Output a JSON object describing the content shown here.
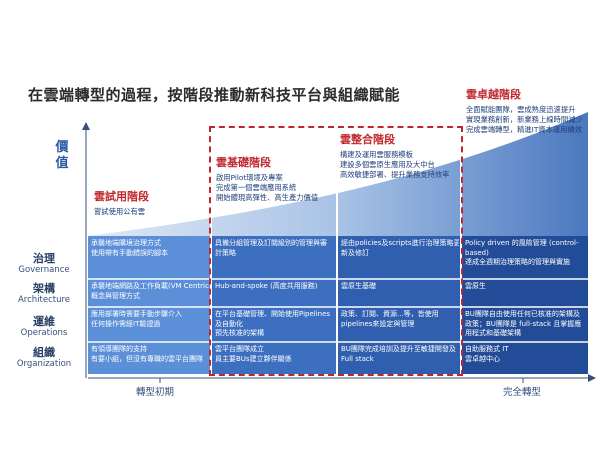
{
  "title": "在雲端轉型的過程，按階段推動新科技平台與組織賦能",
  "y_axis": "價值",
  "x_axis": {
    "start": "轉型初期",
    "end": "完全轉型"
  },
  "rows": [
    {
      "zh": "治理",
      "en": "Governance"
    },
    {
      "zh": "架構",
      "en": "Architecture"
    },
    {
      "zh": "運維",
      "en": "Operations"
    },
    {
      "zh": "組織",
      "en": "Organization"
    }
  ],
  "stages": [
    {
      "title": "雲試用階段",
      "desc": [
        "嘗試使用公有雲"
      ]
    },
    {
      "title": "雲基礎階段",
      "desc": [
        "啟用Pilot環境及專案",
        "完成第一個雲端應用系統",
        "開始體現高彈性、高生產力價值"
      ]
    },
    {
      "title": "雲整合階段",
      "desc": [
        "構建及運用雲服務模板",
        "建設多個雲原生應用及大中台",
        "高效敏捷部署、提升業務支持效率"
      ]
    },
    {
      "title": "雲卓越階段",
      "desc": [
        "全面賦能團隊，雲成熟度迅速提升",
        "實現業務創新，新業務上線時間減少",
        "完成雲端轉型，精進IT資本運用績效"
      ]
    }
  ],
  "cells": [
    [
      "承襲地端購境治理方式\n使用帶有手動錯誤的腳本",
      "具備分組管理及訂閱級別的管理與審\n計策略",
      "經由policies及scripts進行治理策略更\n新及修訂",
      "Policy driven 的風險管理 (control-\nbased)\n達成全週期治理策略的管理與實施"
    ],
    [
      "承襲地端網路及工作負載(VM Centric)\n概念與管理方式",
      "Hub-and-spoke (高度共用服務)",
      "雲原生基礎",
      "雲原生"
    ],
    [
      "應用部署時需要手動步驟介入\n任何操作需經IT驗證過",
      "在平台基礎管理、開始使用Pipelines\n及自動化\n預先核准的架構",
      "政策、訂閱、資源...等，皆使用\npipelines來設定與管理",
      "BU團隊自由使用任何已核准的架構及\n政策；BU團隊是 full-stack 且掌握應\n用程式和基礎架構"
    ],
    [
      "有領導團隊的支持\n有要小組，但沒有專職的雲平台團隊",
      "雲平台團隊成立\n員主要BUs建立夥伴關係",
      "BU團隊完成培訓及提升至敏捷開發及\nFull stack",
      "自助服務式 IT\n雲卓越中心"
    ]
  ]
}
